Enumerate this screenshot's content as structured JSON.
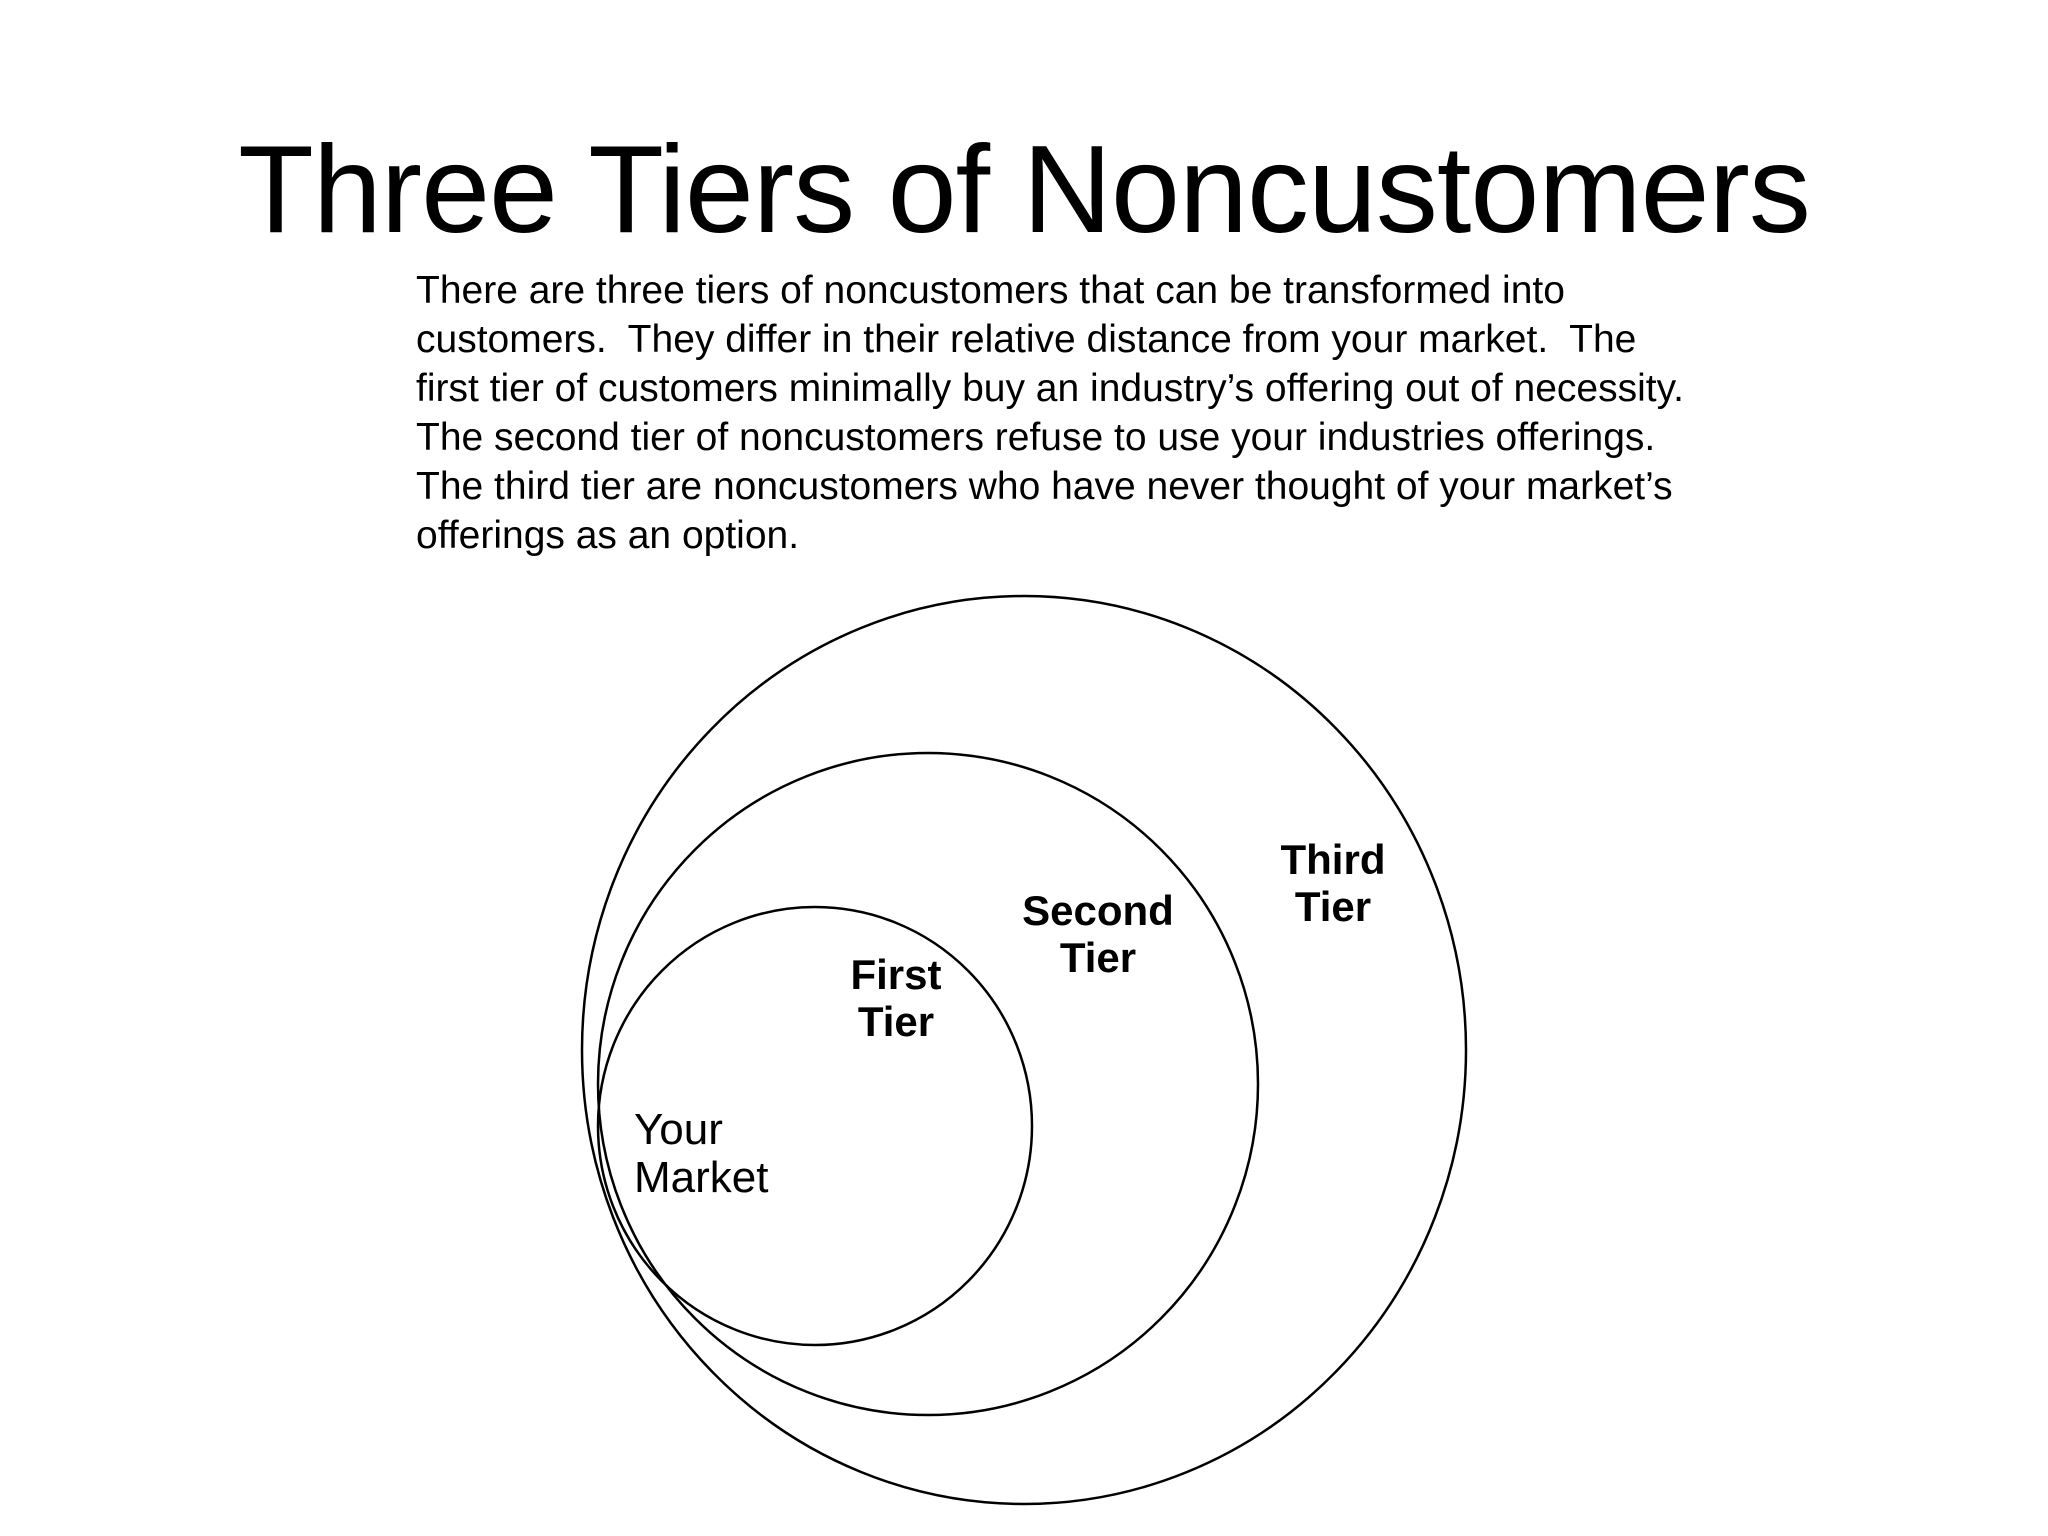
{
  "slide": {
    "title": "Three Tiers of Noncustomers",
    "body": "There are three tiers of noncustomers that can be transformed into\ncustomers.  They differ in their relative distance from your market.  The\nfirst tier of customers minimally buy an industry’s offering out of necessity.\nThe second tier of noncustomers refuse to use your industries offerings.\nThe third tier are noncustomers who have never thought of your market’s\nofferings as an option."
  },
  "diagram": {
    "labels": {
      "first_tier": "First\nTier",
      "second_tier": "Second\nTier",
      "third_tier": "Third\nTier",
      "your_market": "Your\nMarket"
    },
    "stroke_color": "#000000",
    "background_color": "#ffffff"
  }
}
